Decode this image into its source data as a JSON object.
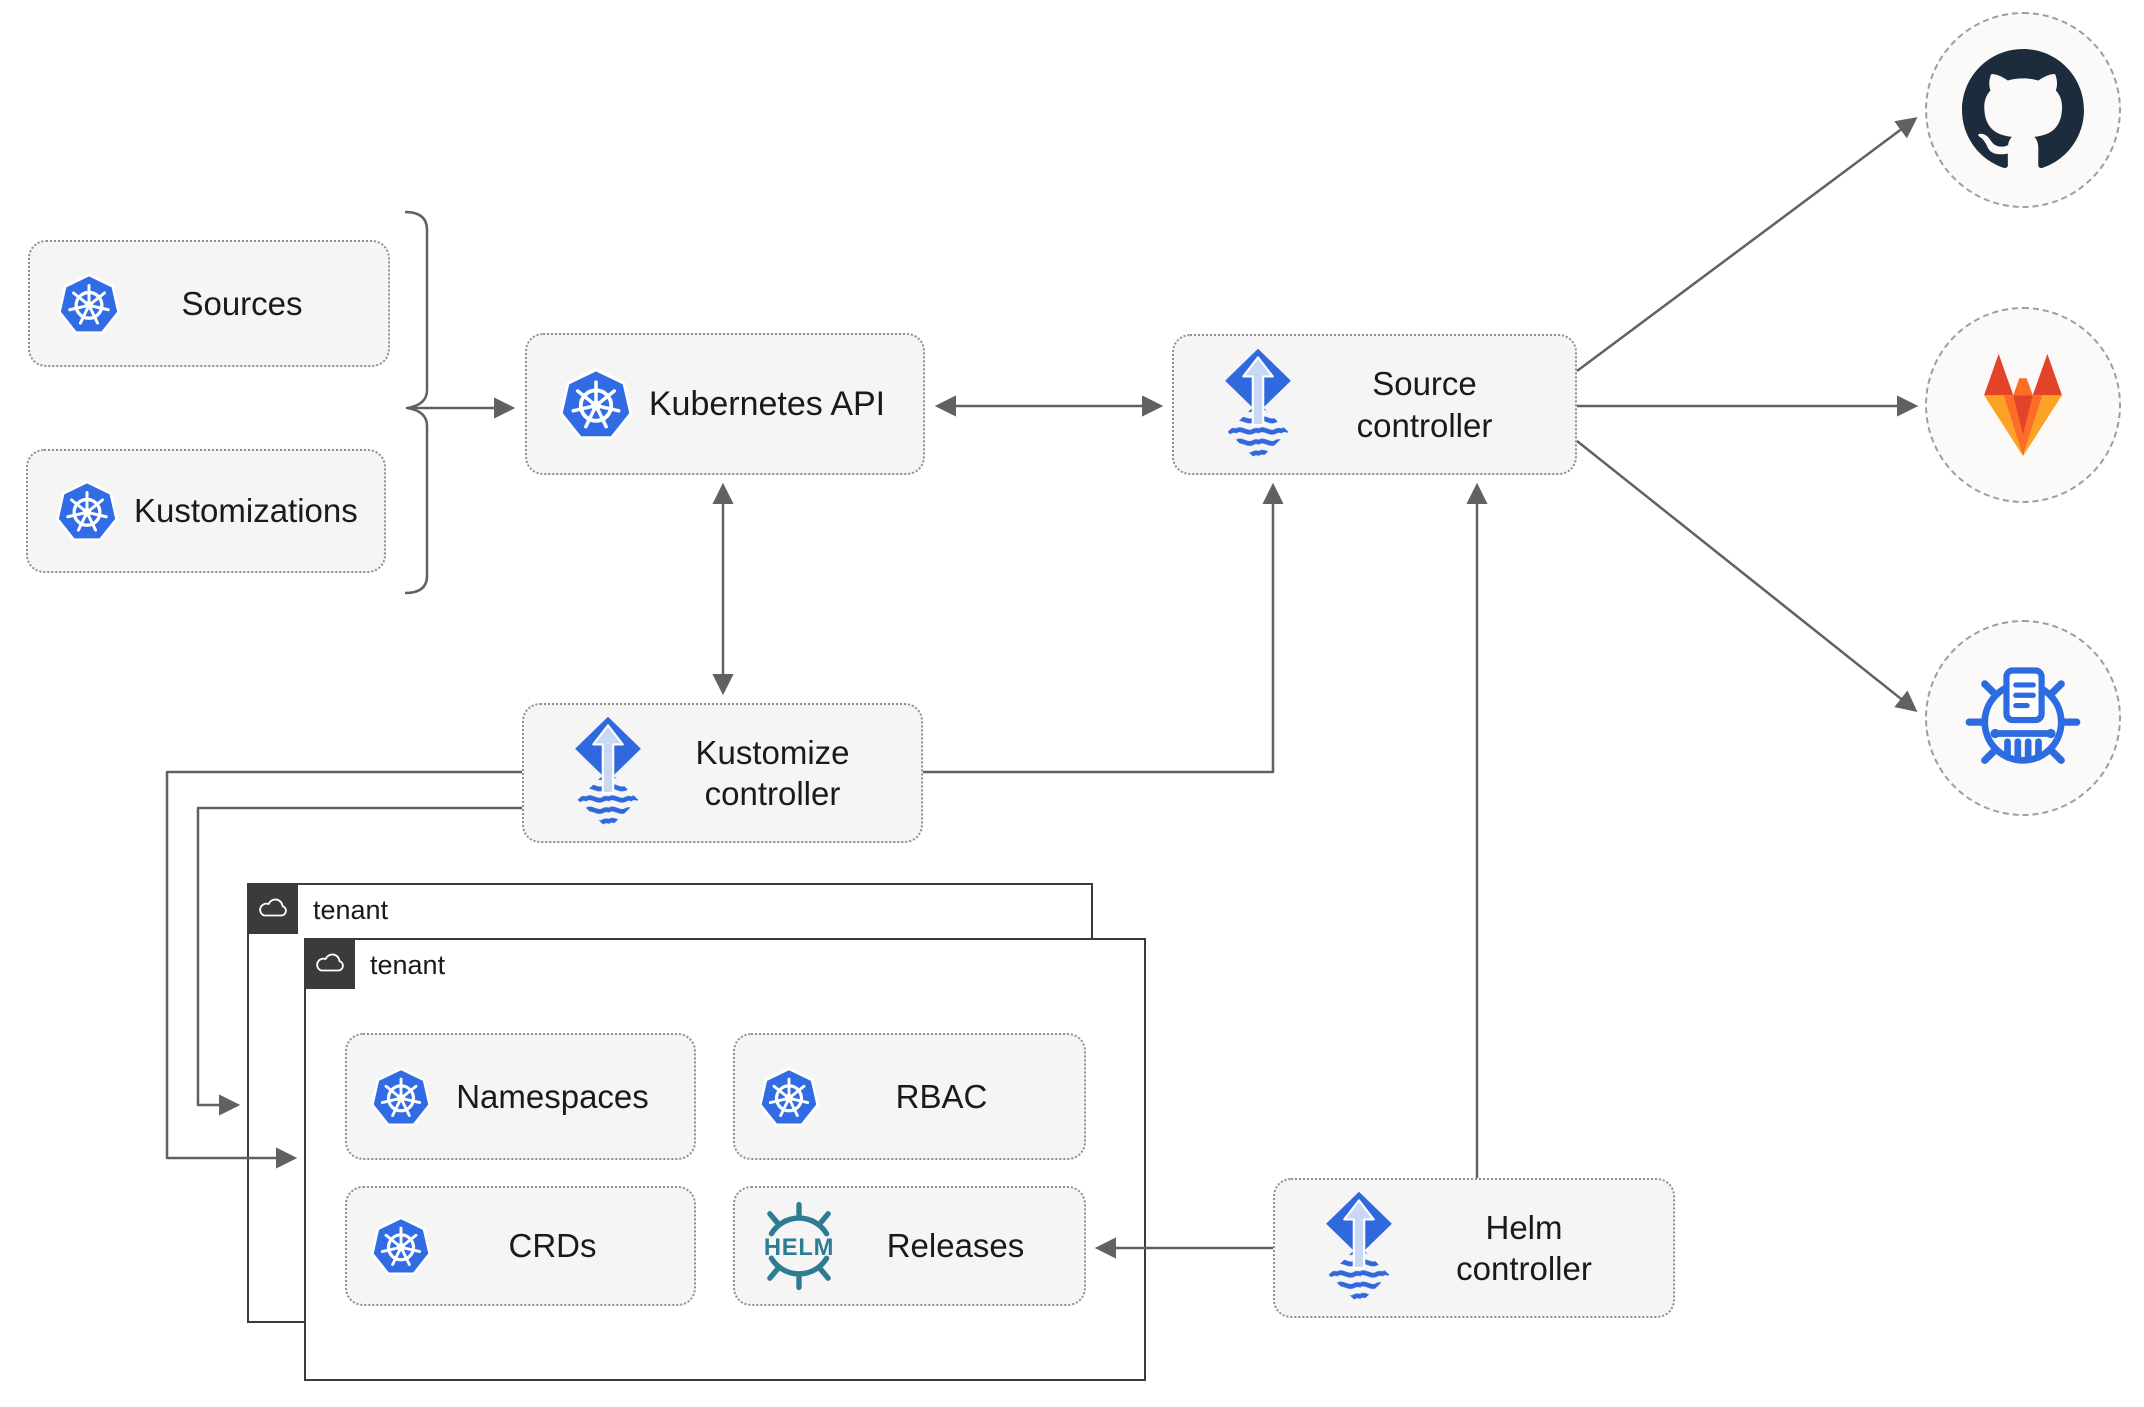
{
  "colors": {
    "kubernetes-blue": "#326ce5",
    "flux-blue": "#3069de",
    "flux-arrow-light": "#c9d9f5",
    "helm-teal": "#2d7c92",
    "github-dark": "#1d2c3c",
    "gitlab-red": "#e24329",
    "gitlab-orange": "#fc6d26",
    "gitlab-light": "#fca326",
    "registry-blue": "#2d6ce0",
    "line-gray": "#616161",
    "box-fill": "#f5f5f5",
    "box-border": "#8f8f8f",
    "tenant-border": "#3b3b3b",
    "tenant-header": "#3b3b3b",
    "text-dark": "#1a1a1a",
    "circle-fill": "#fbfaf8",
    "circle-border": "#9e9e9e"
  },
  "nodes": {
    "sources": {
      "label": "Sources"
    },
    "kustomizations": {
      "label": "Kustomizations"
    },
    "kubernetes_api": {
      "label": "Kubernetes API"
    },
    "source_controller": {
      "label": "Source controller"
    },
    "kustomize_controller": {
      "label": "Kustomize controller"
    },
    "helm_controller": {
      "label": "Helm controller"
    },
    "tenant_back": {
      "label": "tenant"
    },
    "tenant_front": {
      "label": "tenant"
    },
    "namespaces": {
      "label": "Namespaces"
    },
    "rbac": {
      "label": "RBAC"
    },
    "crds": {
      "label": "CRDs"
    },
    "releases": {
      "label": "Releases"
    }
  },
  "icons": {
    "helm_logo_text": "HELM",
    "kubernetes": "kubernetes-wheel",
    "flux": "flux-diamond-arrow",
    "cloud": "cloud-outline",
    "github": "github-octocat",
    "gitlab": "gitlab-tanuki",
    "registry": "oci-registry-wheel"
  }
}
